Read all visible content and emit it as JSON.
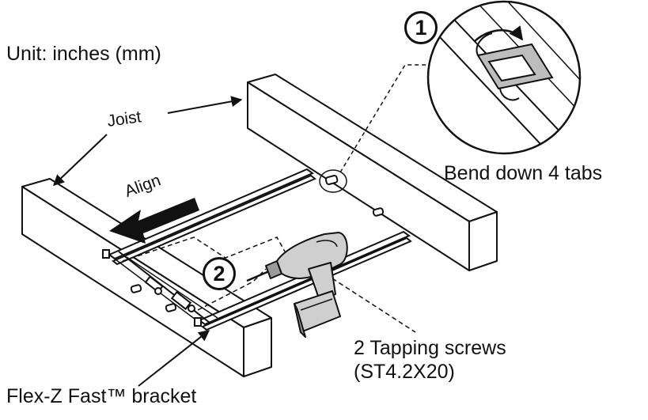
{
  "labels": {
    "unit": "Unit: inches (mm)",
    "joist": "Joist",
    "align": "Align",
    "bend_tabs": "Bend down 4 tabs",
    "screws_line1": "2 Tapping screws",
    "screws_line2": "(ST4.2X20)",
    "bracket": "Flex-Z Fast™ bracket"
  },
  "steps": {
    "one": "1",
    "two": "2"
  },
  "colors": {
    "line": "#111111",
    "drill_body": "#cfcfcf",
    "drill_shade": "#9a9a9a",
    "detail_tab": "#bdbdbd"
  }
}
